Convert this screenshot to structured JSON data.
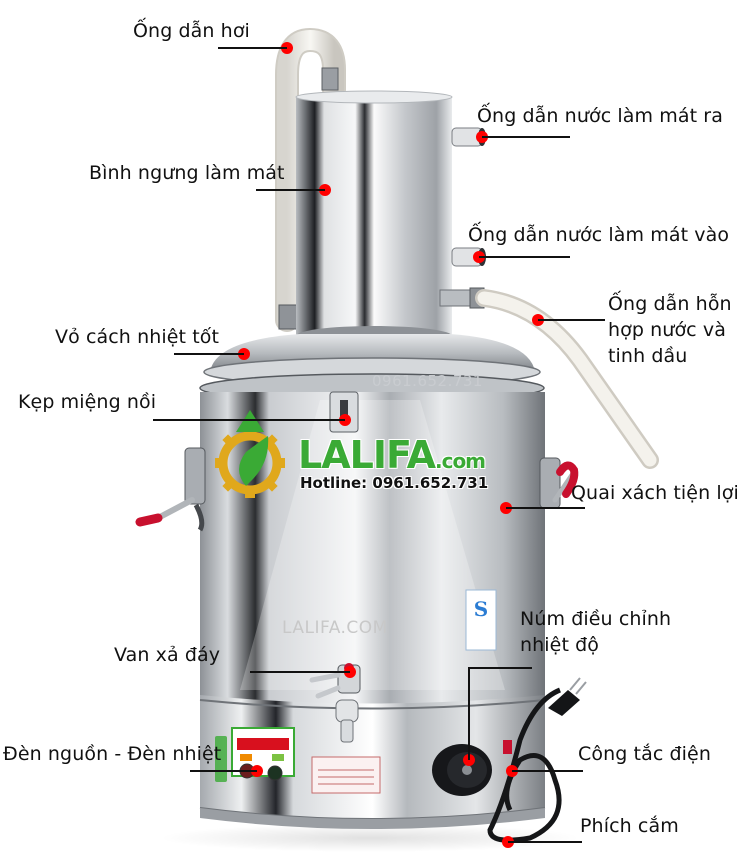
{
  "diagram": {
    "subject": "Nồi chưng cất tinh dầu (essential oil distiller)",
    "accent_color": "#ff0000",
    "leader_line_color": "#111111",
    "callouts": [
      {
        "id": "steam-pipe",
        "label": "Ống dẫn hơi"
      },
      {
        "id": "cooling-water-out",
        "label": "Ống dẫn nước làm mát ra"
      },
      {
        "id": "condenser",
        "label": "Bình ngưng làm mát"
      },
      {
        "id": "cooling-water-in",
        "label": "Ống dẫn nước làm mát vào"
      },
      {
        "id": "mixture-outlet",
        "label_lines": [
          "Ống dẫn hỗn",
          "hợp nước và",
          "tinh dầu"
        ]
      },
      {
        "id": "insulated-lid",
        "label": "Vỏ cách nhiệt tốt"
      },
      {
        "id": "lid-clamp",
        "label": "Kẹp miệng nồi"
      },
      {
        "id": "carry-handle",
        "label": "Quai xách tiện lợi"
      },
      {
        "id": "thermostat-knob",
        "label_lines": [
          "Núm điều chỉnh",
          "nhiệt độ"
        ]
      },
      {
        "id": "drain-valve",
        "label": "Van xả đáy"
      },
      {
        "id": "indicator-lights",
        "label": "Đèn nguồn - Đèn nhiệt"
      },
      {
        "id": "power-switch",
        "label": "Công tắc điện"
      },
      {
        "id": "power-plug",
        "label": "Phích cắm"
      }
    ]
  },
  "branding": {
    "logo_name": "LALIFA",
    "logo_suffix": ".com",
    "hotline": "Hotline: 0961.652.731",
    "watermark_body": "LALIFA.COM",
    "watermark_lid": "0961.652.731",
    "logo_green": "#3aaa35",
    "logo_gold": "#e0a81c"
  }
}
